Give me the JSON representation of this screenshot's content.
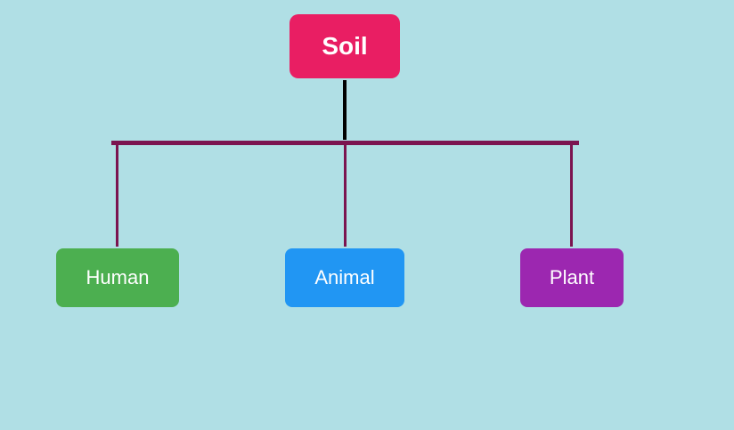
{
  "diagram": {
    "root": {
      "label": "Soil",
      "color": "#e91e63"
    },
    "children": [
      {
        "label": "Human",
        "color": "#4caf50"
      },
      {
        "label": "Animal",
        "color": "#2196f3"
      },
      {
        "label": "Plant",
        "color": "#9c27b0"
      }
    ],
    "background": "#b0dfe5",
    "connector_color": "#7b1450",
    "stem_color": "#000000"
  }
}
